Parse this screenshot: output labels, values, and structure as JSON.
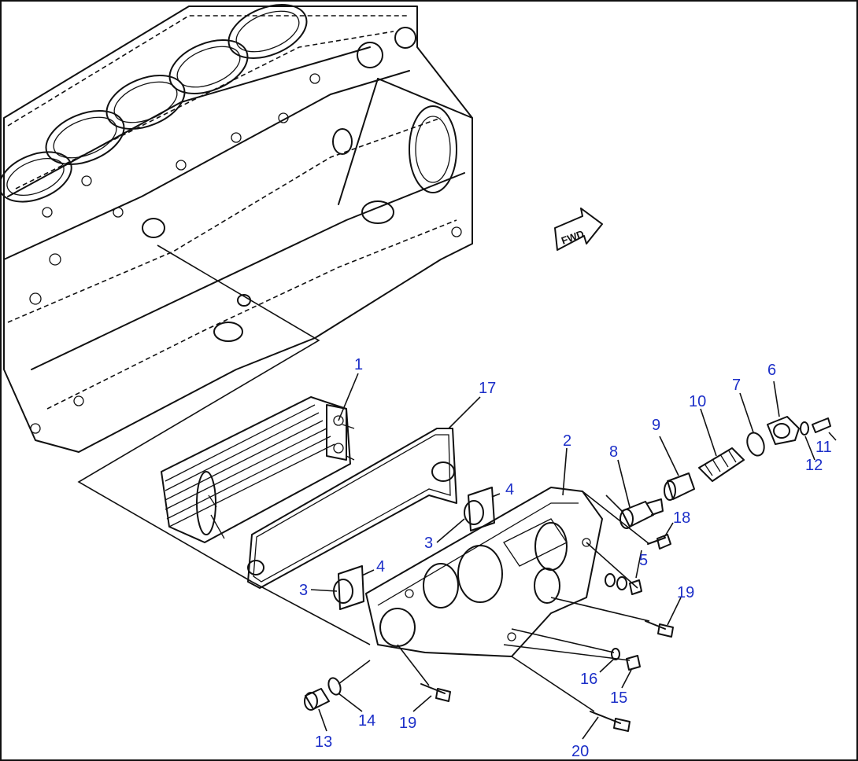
{
  "diagram": {
    "fwd_label": "FWD",
    "callouts": [
      {
        "id": "c1",
        "text": "1"
      },
      {
        "id": "c2",
        "text": "2"
      },
      {
        "id": "c3a",
        "text": "3"
      },
      {
        "id": "c3b",
        "text": "3"
      },
      {
        "id": "c4a",
        "text": "4"
      },
      {
        "id": "c4b",
        "text": "4"
      },
      {
        "id": "c5",
        "text": "5"
      },
      {
        "id": "c6",
        "text": "6"
      },
      {
        "id": "c7",
        "text": "7"
      },
      {
        "id": "c8",
        "text": "8"
      },
      {
        "id": "c9",
        "text": "9"
      },
      {
        "id": "c10",
        "text": "10"
      },
      {
        "id": "c11",
        "text": "11"
      },
      {
        "id": "c12",
        "text": "12"
      },
      {
        "id": "c13",
        "text": "13"
      },
      {
        "id": "c14",
        "text": "14"
      },
      {
        "id": "c15",
        "text": "15"
      },
      {
        "id": "c16",
        "text": "16"
      },
      {
        "id": "c17",
        "text": "17"
      },
      {
        "id": "c18",
        "text": "18"
      },
      {
        "id": "c19a",
        "text": "19"
      },
      {
        "id": "c19b",
        "text": "19"
      },
      {
        "id": "c20",
        "text": "20"
      }
    ],
    "colors": {
      "callout": "#1c2fc8",
      "line": "#111111"
    }
  }
}
